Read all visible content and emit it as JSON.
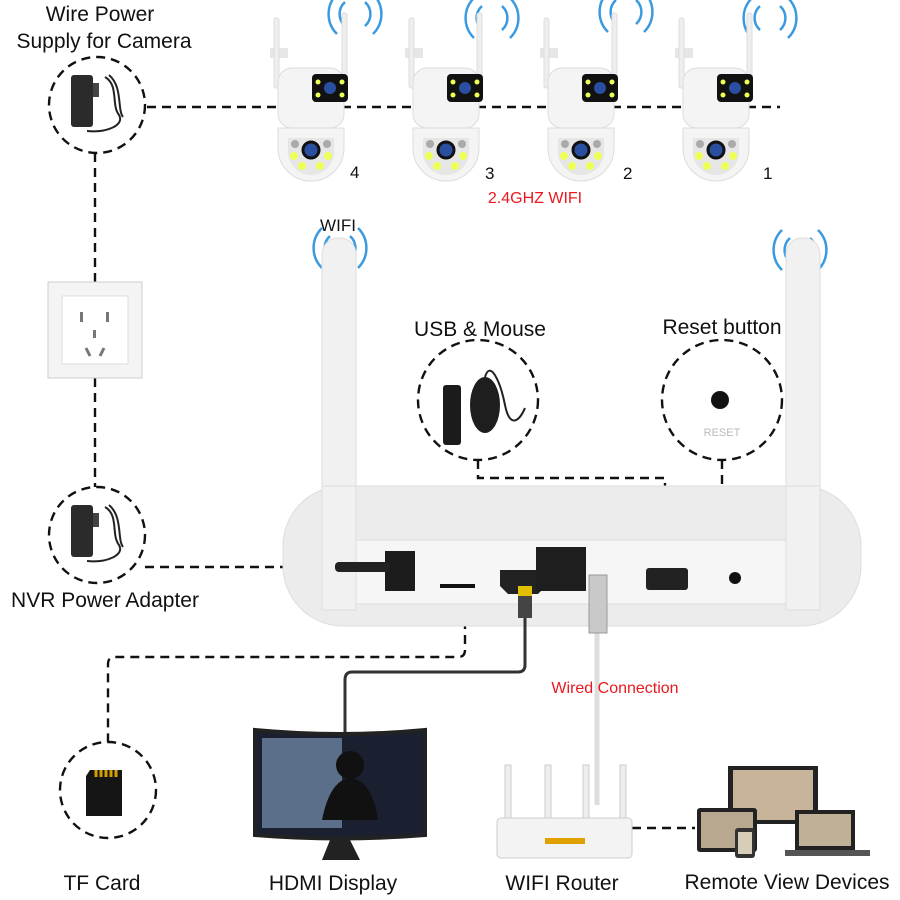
{
  "labels": {
    "camera_power_line1": "Wire Power",
    "camera_power_line2": "Supply for Camera",
    "wifi_band": "2.4GHZ WIFI",
    "wifi": "WIFI",
    "usb_mouse": "USB & Mouse",
    "reset_button": "Reset button",
    "reset_text": "RESET",
    "nvr_power_adapter": "NVR Power Adapter",
    "wired_connection": "Wired Connection",
    "tf_card": "TF Card",
    "hdmi_display": "HDMI Display",
    "wifi_router": "WIFI Router",
    "remote_view_devices": "Remote View Devices"
  },
  "cameras": [
    {
      "number": "4"
    },
    {
      "number": "3"
    },
    {
      "number": "2"
    },
    {
      "number": "1"
    }
  ],
  "colors": {
    "accent_red": "#e8191e",
    "wifi_blue": "#3a9ae0",
    "device_white": "#f2f2f2",
    "port_dark": "#222222"
  }
}
